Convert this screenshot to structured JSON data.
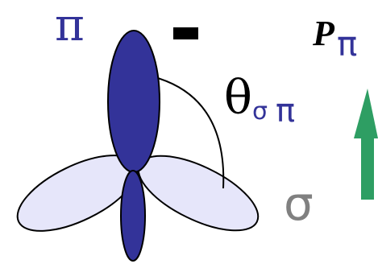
{
  "labels": {
    "pi": "π",
    "p": "P",
    "p_sub": "π",
    "theta": "θ",
    "theta_sub_sigma": "σ",
    "theta_sub_pi": "π",
    "sigma": "σ"
  },
  "colors": {
    "pi_orbital_fill": "#333399",
    "pi_label": "#333399",
    "sigma_orbital_fill": "#e6e6fa",
    "sigma_label": "#808080",
    "arrow": "#2e9e63",
    "stroke": "#000000",
    "minus_sign": "#000000"
  }
}
